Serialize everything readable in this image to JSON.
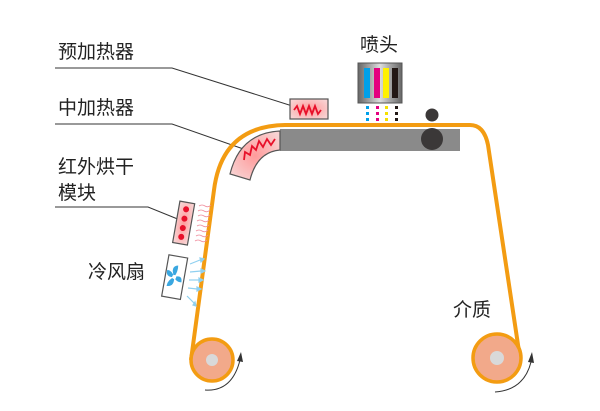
{
  "labels": {
    "preheater": "预加热器",
    "midheater": "中加热器",
    "ir_line1": "红外烘干",
    "ir_line2": "模块",
    "fan": "冷风扇",
    "printhead": "喷头",
    "media": "介质"
  },
  "colors": {
    "belt": "#f39c12",
    "roller": "#f2a98a",
    "platen": "#8a8a8a",
    "heater": "#e8102a",
    "fan": "#3aa7e0",
    "cyan": "#00a0e9",
    "magenta": "#e4007f",
    "yellow": "#fff100",
    "black": "#231815"
  }
}
